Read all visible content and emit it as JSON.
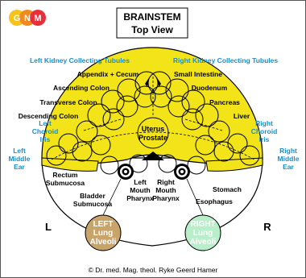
{
  "logo": {
    "letters": [
      "G",
      "N",
      "M"
    ],
    "colors": [
      "#f7c21a",
      "#f08a1f",
      "#e8303a"
    ]
  },
  "title": {
    "line1": "BRAINSTEM",
    "line2": "Top View"
  },
  "colors": {
    "yellow": "#f2e418",
    "blue": "#1b8fc9",
    "brown": "#c9a46a",
    "green": "#b9eecb",
    "outline": "#000000"
  },
  "labels": {
    "left_kidney": "Left Kidney Collecting Tubules",
    "right_kidney": "Right Kidney Collecting Tubules",
    "appendix": "Appendix + Cecum",
    "small_intestine": "Small Intestine",
    "ascending_colon": "Ascending Colon",
    "duodenum": "Duodenum",
    "transverse_colon": "Transverse Colon",
    "pancreas": "Pancreas",
    "descending_colon": "Descending Colon",
    "liver": "Liver",
    "left_choroid": [
      "Left",
      "Choroid",
      "Iris"
    ],
    "right_choroid": [
      "Right",
      "Choroid",
      "Iris"
    ],
    "uterus": [
      "Uterus",
      "Prostate"
    ],
    "left_middle_ear": [
      "Left",
      "Middle",
      "Ear"
    ],
    "right_middle_ear": [
      "Right",
      "Middle",
      "Ear"
    ],
    "rectum": [
      "Rectum",
      "Submucosa"
    ],
    "bladder": [
      "Bladder",
      "Submucosa"
    ],
    "left_mouth": [
      "Left",
      "Mouth",
      "Pharynx"
    ],
    "right_mouth": [
      "Right",
      "Mouth",
      "Pharynx"
    ],
    "stomach": "Stomach",
    "esophagus": "Esophagus",
    "left_lung": [
      "LEFT",
      "Lung",
      "Alveoli"
    ],
    "right_lung": [
      "RIGHT",
      "Lung",
      "Alveoli"
    ],
    "side_l": "L",
    "side_r": "R"
  },
  "copyright": "© Dr. med. Mag. theol. Ryke Geerd Hamer"
}
